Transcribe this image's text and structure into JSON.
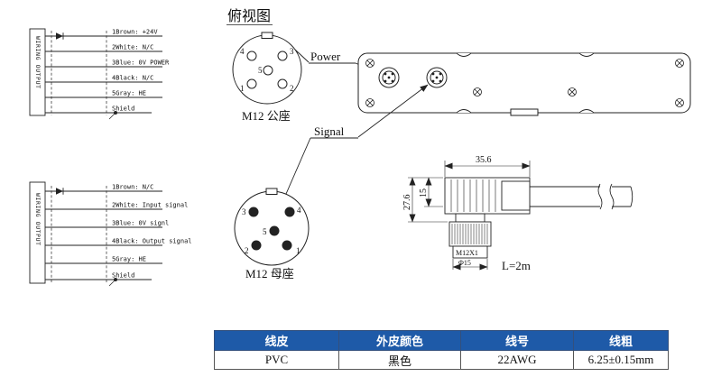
{
  "wiring_top": {
    "box_label": "WIRING OUTPUT",
    "lines": [
      "1Brown: +24V",
      "2White: N/C",
      "3Blue: 0V POWER",
      "4Black: N/C",
      "5Gray: HE",
      "Shield"
    ]
  },
  "wiring_bottom": {
    "box_label": "WIRING OUTPUT",
    "lines": [
      "1Brown: N/C",
      "2White: Input signal",
      "3Blue: 0V signl",
      "4Black: Output signal",
      "5Gray: HE",
      "Shield"
    ]
  },
  "top_view": {
    "title": "俯视图",
    "power_label": "Power",
    "signal_label": "Signal",
    "male_connector_label": "M12 公座",
    "female_connector_label": "M12 母座",
    "male_pins": [
      "4",
      "3",
      "5",
      "1",
      "2"
    ],
    "female_pins": [
      "3",
      "4",
      "5",
      "2",
      "1"
    ]
  },
  "cable": {
    "dim_width": "35.6",
    "dim_height_upper": "15",
    "dim_height_total": "27.6",
    "thread_label": "M12X1",
    "diameter_label": "Φ15",
    "length_label": "L=2m"
  },
  "table": {
    "headers": [
      "线皮",
      "外皮颜色",
      "线号",
      "线粗"
    ],
    "rows": [
      [
        "PVC",
        "黑色",
        "22AWG",
        "6.25±0.15mm"
      ]
    ]
  },
  "colors": {
    "table_header_bg": "#1e5aa8",
    "table_header_text": "#ffffff",
    "line_color": "#222222"
  }
}
